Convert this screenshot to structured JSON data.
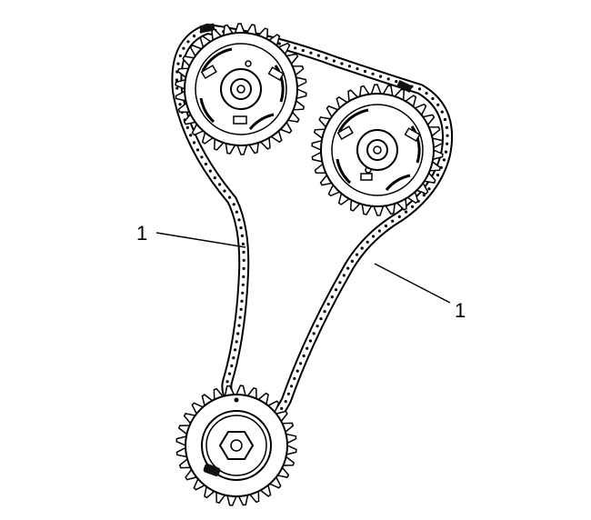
{
  "callouts": [
    {
      "id": "left-chain-callout",
      "label": "1"
    },
    {
      "id": "right-chain-callout",
      "label": "1"
    }
  ],
  "colors": {
    "stroke": "#000000",
    "fill": "#ffffff",
    "marker": "#111111"
  },
  "icons": {
    "sprocket": "gear",
    "chain": "roller-chain"
  }
}
